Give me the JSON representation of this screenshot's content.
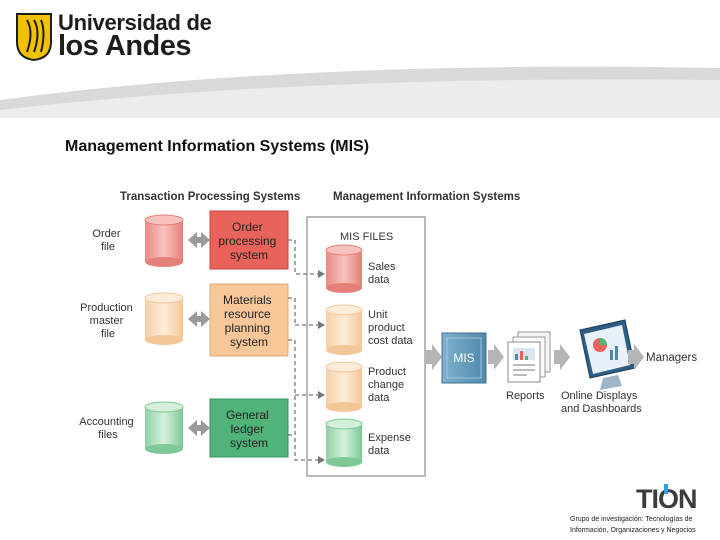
{
  "header": {
    "logo_line1": "Universidad de",
    "logo_line2": "los Andes"
  },
  "slide": {
    "title": "Management Information Systems (MIS)"
  },
  "diagram": {
    "section_tps": "Transaction Processing Systems",
    "section_mis": "Management Information Systems",
    "mis_files_title": "MIS FILES",
    "source_files": [
      {
        "lines": [
          "Order",
          "file"
        ]
      },
      {
        "lines": [
          "Production",
          "master",
          "file"
        ]
      },
      {
        "lines": [
          "Accounting",
          "files"
        ]
      }
    ],
    "tps": [
      {
        "lines": [
          "Order",
          "processing",
          "system"
        ],
        "color": "#e8635a"
      },
      {
        "lines": [
          "Materials",
          "resource",
          "planning",
          "system"
        ],
        "color": "#f7c79a"
      },
      {
        "lines": [
          "General",
          "ledger",
          "system"
        ],
        "color": "#4fb37a"
      }
    ],
    "mis_files": [
      {
        "lines": [
          "Sales",
          "data"
        ]
      },
      {
        "lines": [
          "Unit",
          "product",
          "cost data"
        ]
      },
      {
        "lines": [
          "Product",
          "change",
          "data"
        ]
      },
      {
        "lines": [
          "Expense",
          "data"
        ]
      }
    ],
    "mis_box": "MIS",
    "reports_label": "Reports",
    "displays_label": [
      "Online Displays",
      "and Dashboards"
    ],
    "managers_label": "Managers"
  },
  "footer": {
    "logo_text": "TION",
    "caption_line1": "Grupo de investigación: Tecnologías de",
    "caption_line2": "Información, Organizaciones y Negocios"
  }
}
